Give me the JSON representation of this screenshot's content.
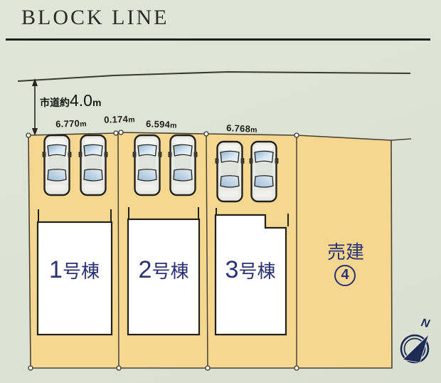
{
  "title": "BLOCK LINE",
  "colors": {
    "background": "#dde3d4",
    "plot_fill": "#f6d792",
    "line": "#3b382c",
    "building_fill": "#ffffff",
    "building_stroke": "#22221b",
    "label_navy": "#2b3173",
    "compass_navy": "#1f2a55"
  },
  "road": {
    "prefix": "市道約",
    "value": "4.0",
    "unit": "m"
  },
  "measurements": [
    {
      "value": "6.770",
      "unit": "m"
    },
    {
      "value": "0.174",
      "unit": "m"
    },
    {
      "value": "6.594",
      "unit": "m"
    },
    {
      "value": "6.768",
      "unit": "m"
    }
  ],
  "plots": [
    {
      "number": "1",
      "suffix": "号棟"
    },
    {
      "number": "2",
      "suffix": "号棟"
    },
    {
      "number": "3",
      "suffix": "号棟"
    },
    {
      "label": "売建",
      "unit_number": "4"
    }
  ],
  "compass": {
    "north_label": "N"
  }
}
